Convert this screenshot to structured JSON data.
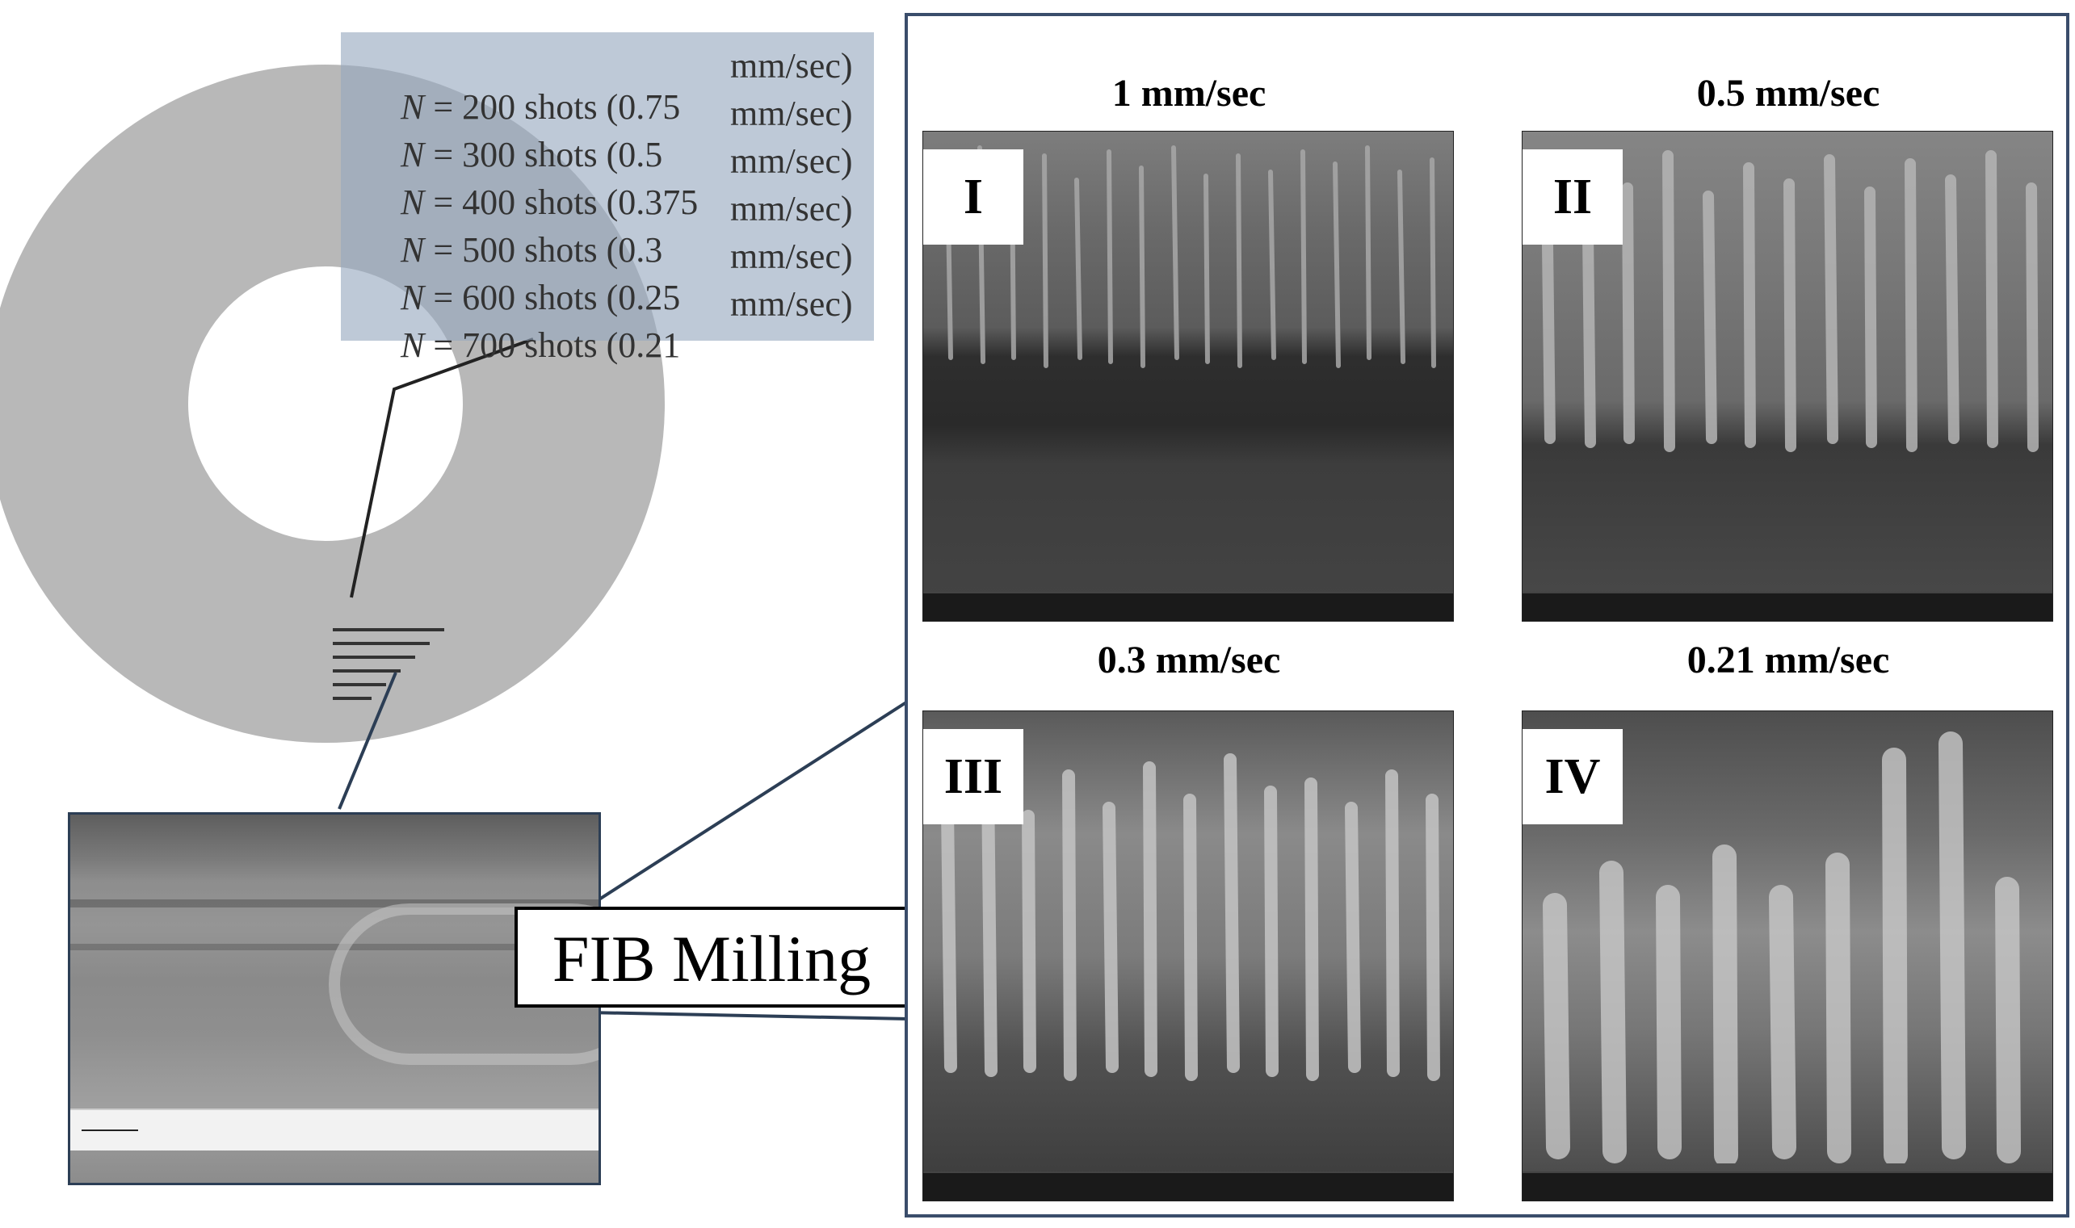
{
  "legend": {
    "rows": [
      {
        "n": "N",
        "text": " = 200 shots (0.75",
        "unit": "mm/sec)"
      },
      {
        "n": "N",
        "text": " = 300 shots (0.5",
        "unit": "mm/sec)"
      },
      {
        "n": "N",
        "text": " = 400 shots (0.375",
        "unit": "mm/sec)"
      },
      {
        "n": "N",
        "text": " = 500 shots (0.3",
        "unit": "mm/sec)"
      },
      {
        "n": "N",
        "text": " = 600 shots (0.25",
        "unit": "mm/sec)"
      },
      {
        "n": "N",
        "text": " = 700 shots (0.21",
        "unit": "mm/sec)"
      }
    ]
  },
  "fib_label": "FIB Milling",
  "panels": [
    {
      "title": "1 mm/sec",
      "numeral": "I"
    },
    {
      "title": "0.5 mm/sec",
      "numeral": "II"
    },
    {
      "title": "0.3 mm/sec",
      "numeral": "III"
    },
    {
      "title": "0.21 mm/sec",
      "numeral": "IV"
    }
  ],
  "colors": {
    "disk": "#b8b8b8",
    "frame": "#3a4d6b",
    "connector": "#2c3e55"
  }
}
